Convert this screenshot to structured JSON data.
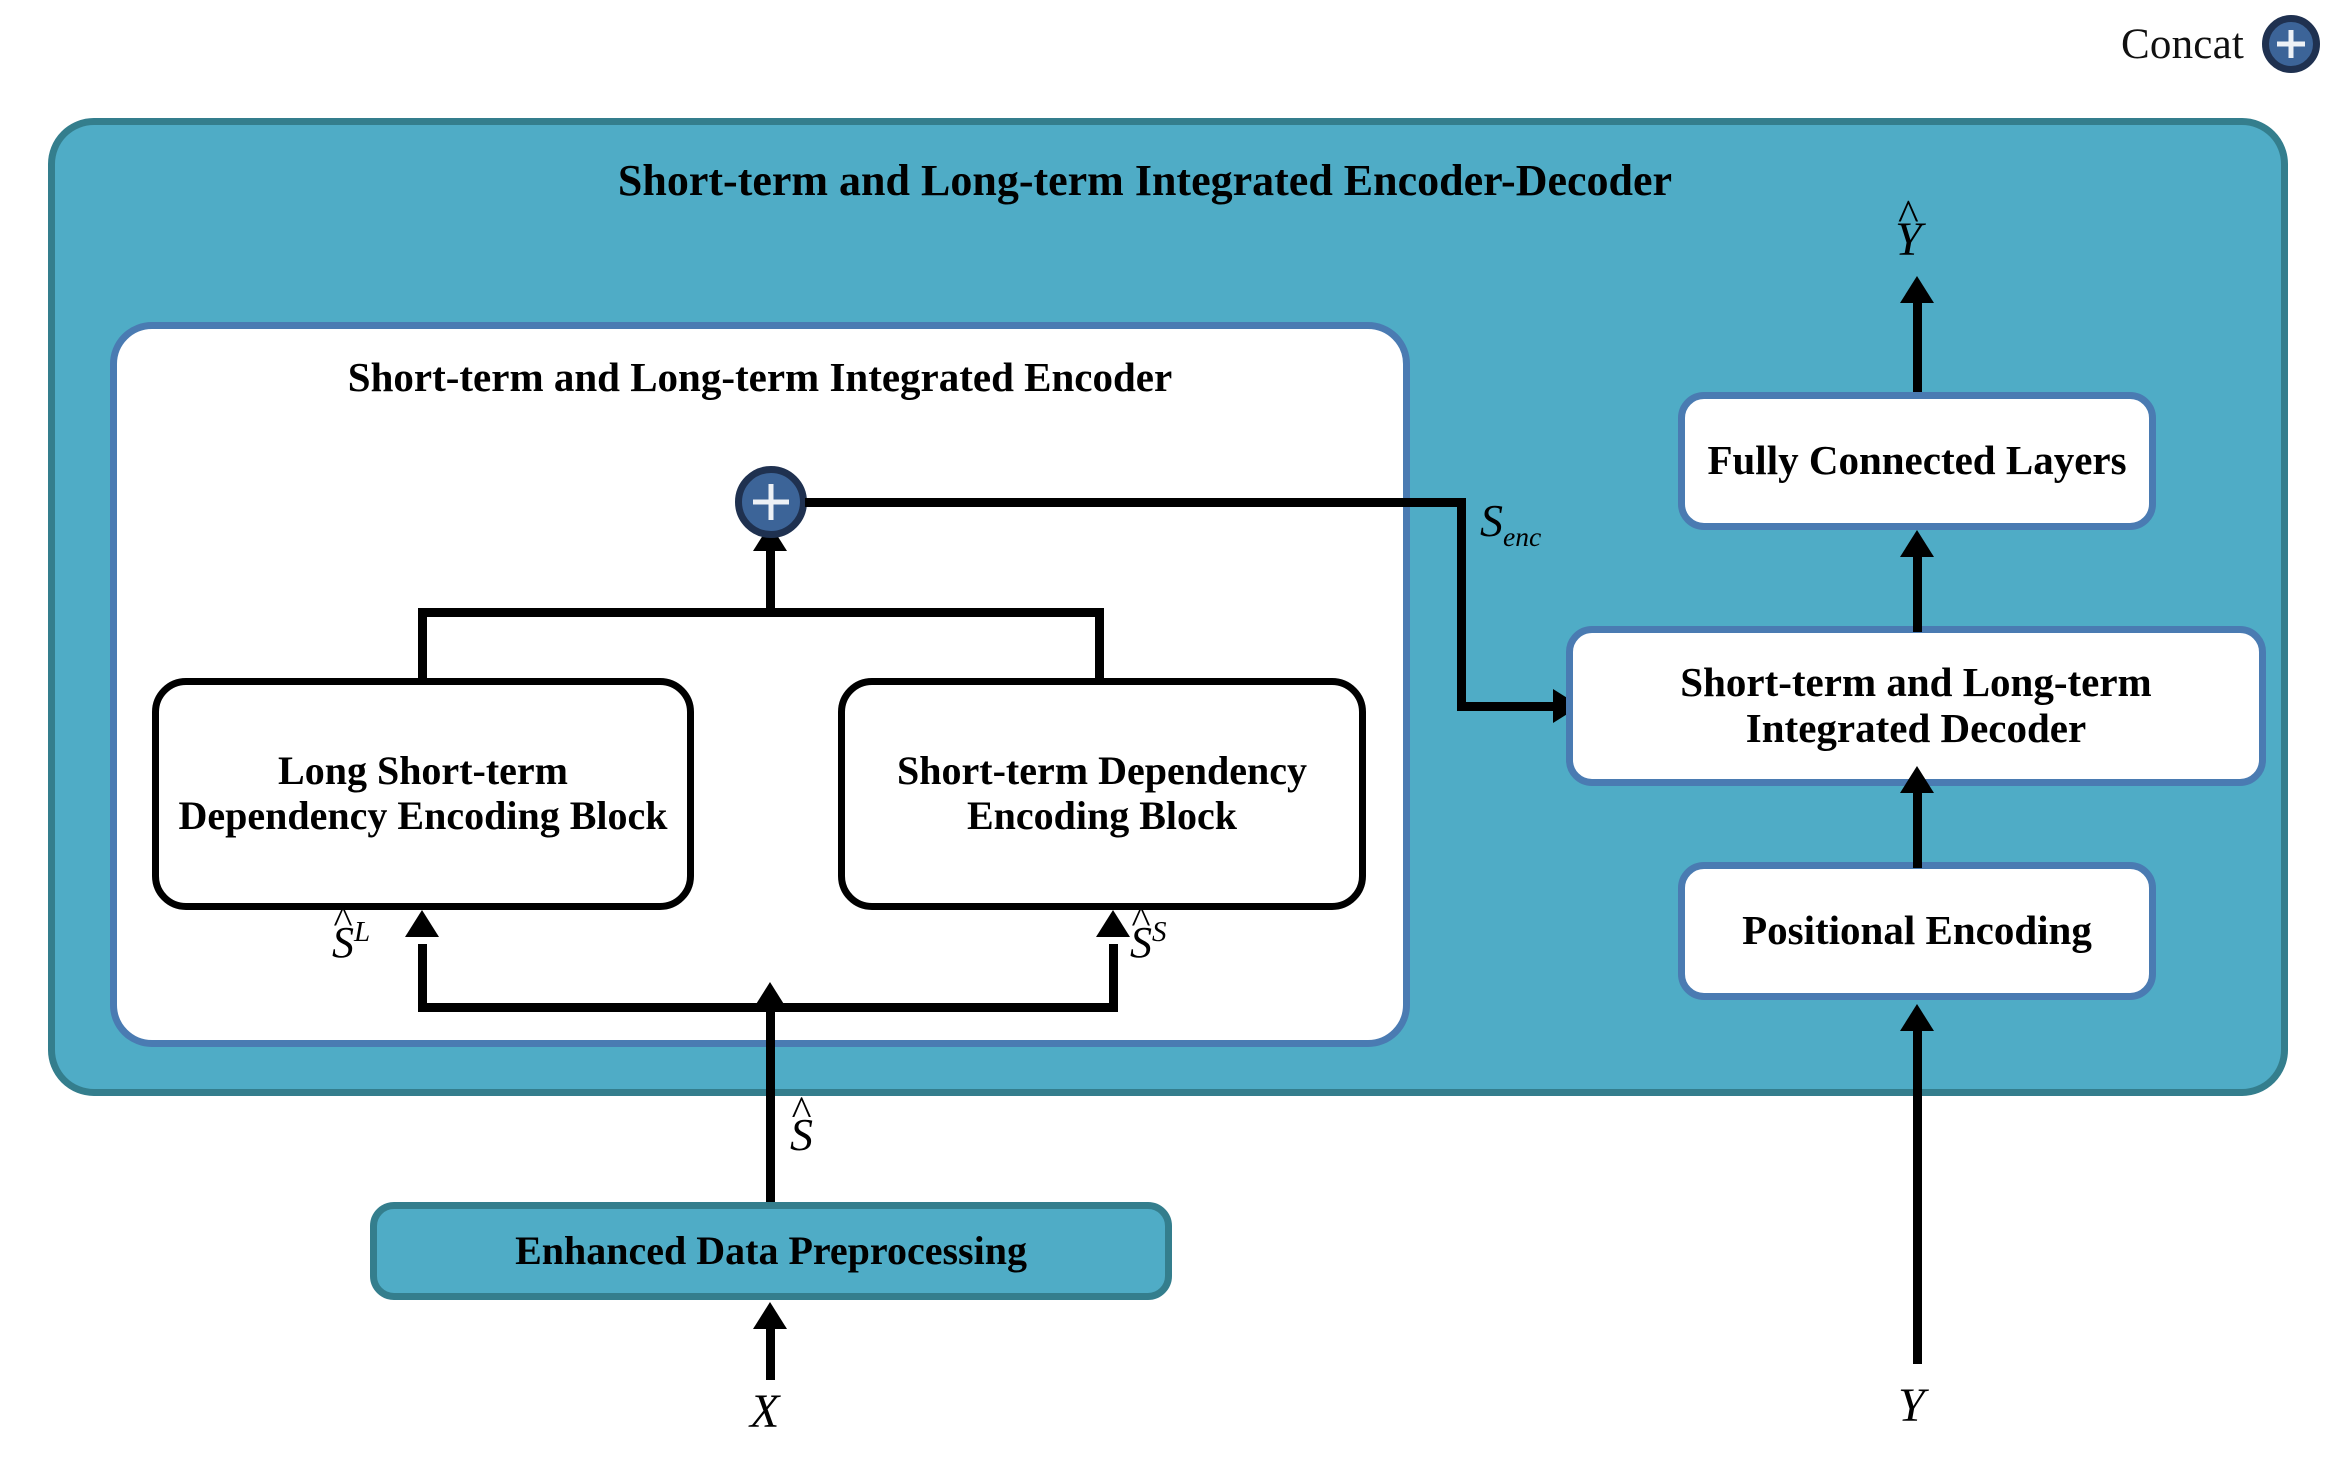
{
  "legend": {
    "label": "Concat",
    "icon": "plus-circle-icon"
  },
  "container": {
    "title": "Short-term and Long-term Integrated Encoder-Decoder",
    "fill_color": "#4FACC6",
    "border_color": "#347E8D"
  },
  "encoder": {
    "title": "Short-term and Long-term Integrated Encoder",
    "border_color": "#4A7BB2",
    "blocks": [
      {
        "label": "Long Short-term Dependency Encoding Block",
        "output_symbol_base": "S",
        "output_symbol_sup": "L"
      },
      {
        "label": "Short-term Dependency Encoding Block",
        "output_symbol_base": "S",
        "output_symbol_sup": "S"
      }
    ],
    "concat_icon": "plus-circle-icon",
    "encoder_output_symbol_base": "S",
    "encoder_output_symbol_sub": "enc"
  },
  "decoder_column": {
    "boxes": [
      {
        "label": "Fully Connected Layers"
      },
      {
        "label": "Short-term and Long-term Integrated Decoder"
      },
      {
        "label": "Positional Encoding"
      }
    ],
    "output_symbol": "Y",
    "input_symbol": "Y"
  },
  "preprocessing": {
    "label": "Enhanced Data Preprocessing",
    "fill_color": "#4FACC6",
    "border_color": "#347E8D",
    "output_symbol": "S",
    "input_symbol": "X"
  },
  "colors": {
    "teal_fill": "#4FACC6",
    "teal_border": "#347E8D",
    "blue_border": "#4A7BB2",
    "concat_fill": "#3C6498",
    "concat_border": "#1F3150",
    "line": "#000000"
  }
}
